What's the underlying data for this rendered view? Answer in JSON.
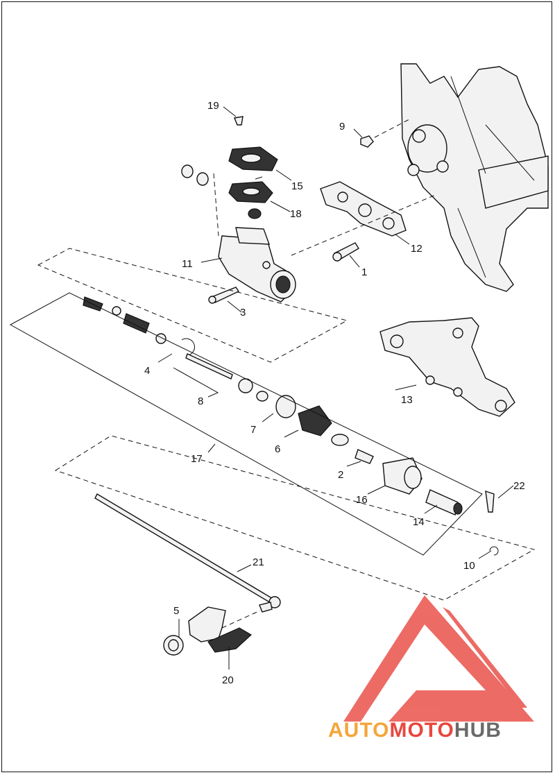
{
  "callouts": [
    {
      "id": "19",
      "label": "19"
    },
    {
      "id": "9",
      "label": "9"
    },
    {
      "id": "15",
      "label": "15"
    },
    {
      "id": "18",
      "label": "18"
    },
    {
      "id": "12",
      "label": "12"
    },
    {
      "id": "11",
      "label": "11"
    },
    {
      "id": "1",
      "label": "1"
    },
    {
      "id": "3",
      "label": "3"
    },
    {
      "id": "4",
      "label": "4"
    },
    {
      "id": "13",
      "label": "13"
    },
    {
      "id": "8",
      "label": "8"
    },
    {
      "id": "7",
      "label": "7"
    },
    {
      "id": "6",
      "label": "6"
    },
    {
      "id": "17",
      "label": "17"
    },
    {
      "id": "2",
      "label": "2"
    },
    {
      "id": "22",
      "label": "22"
    },
    {
      "id": "16",
      "label": "16"
    },
    {
      "id": "14",
      "label": "14"
    },
    {
      "id": "10",
      "label": "10"
    },
    {
      "id": "21",
      "label": "21"
    },
    {
      "id": "5",
      "label": "5"
    },
    {
      "id": "20",
      "label": "20"
    }
  ],
  "watermark": {
    "brand_part1": "AUTO",
    "brand_part2": "MOTO",
    "brand_part3": "HUB",
    "color_red": "#e8473f",
    "color_orange": "#f4a53a",
    "color_gray": "#6a6a6a"
  }
}
